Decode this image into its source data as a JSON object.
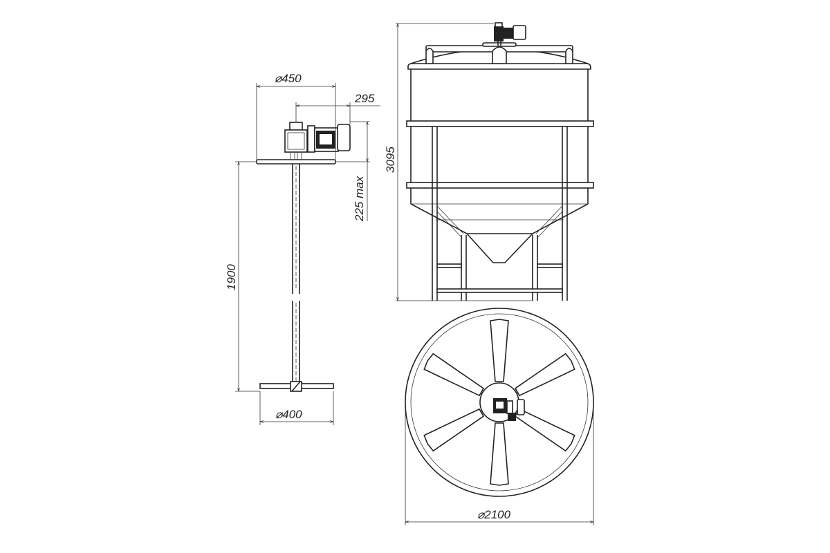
{
  "dimensions": {
    "agitator_diameter": "⌀450",
    "motor_offset": "295",
    "total_height": "3095",
    "shaft_projection": "225 max",
    "shaft_length": "1900",
    "impeller_diameter": "⌀400",
    "tank_diameter": "⌀2100"
  }
}
